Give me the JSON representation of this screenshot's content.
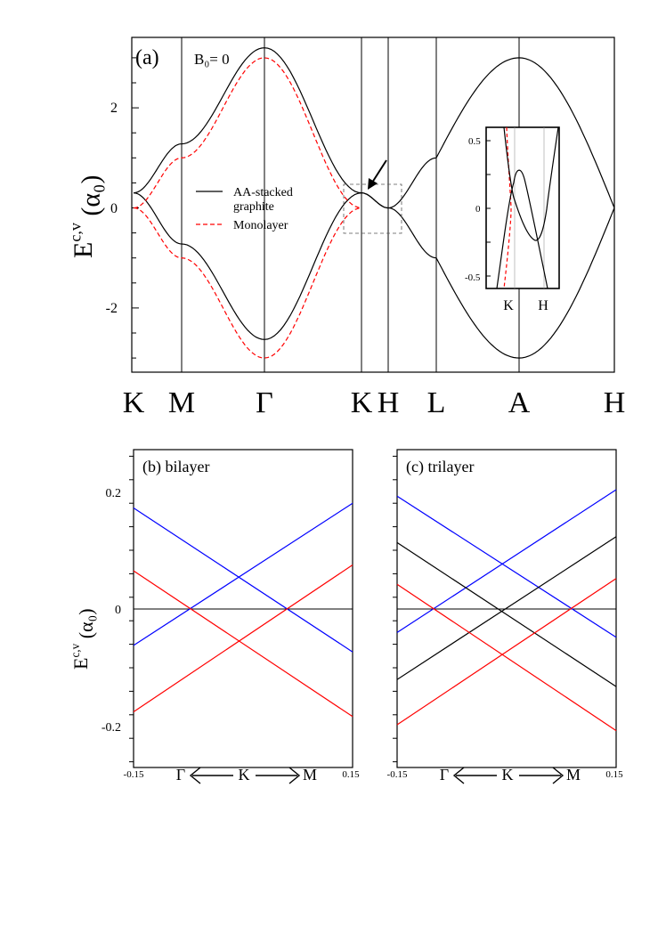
{
  "chart_data": [
    {
      "type": "line",
      "panel_label": "(a)",
      "annotation": "B₀= 0",
      "ylabel": "E^{c,v} (α₀)",
      "yticks": [
        "2",
        "0",
        "-2"
      ],
      "ylim": [
        -3.4,
        3.4
      ],
      "x_points": [
        "K",
        "M",
        "Γ",
        "K",
        "H",
        "L",
        "A",
        "H"
      ],
      "legend": {
        "placement": "center-left",
        "entries": [
          {
            "label_line1": "AA-stacked",
            "label_line2": "graphite",
            "style": "solid",
            "color": "#000000"
          },
          {
            "label_line1": "Monolayer",
            "label_line2": "",
            "style": "dashed",
            "color": "#ff0000"
          }
        ]
      },
      "series": [
        {
          "name": "AA-stacked graphite",
          "color": "#000000",
          "conduction_at_points": [
            0.3,
            1.28,
            3.2,
            0.3,
            0.0,
            1.0,
            3.0,
            0.0
          ],
          "valence_at_points": [
            0.3,
            -0.72,
            -2.63,
            0.3,
            0.0,
            -1.0,
            -3.0,
            0.0
          ]
        },
        {
          "name": "Monolayer",
          "color": "#ff0000",
          "conduction_at_points": [
            0.0,
            1.0,
            3.0,
            0.0
          ],
          "valence_at_points": [
            0.0,
            -1.0,
            -3.0,
            0.0
          ]
        }
      ],
      "inset": {
        "yticks": [
          "0.5",
          "0",
          "-0.5"
        ],
        "ylim": [
          -0.58,
          0.58
        ],
        "x_points": [
          "K",
          "H"
        ]
      }
    },
    {
      "type": "line",
      "panel_label": "(b) bilayer",
      "ylabel": "E^{c,v} (α₀)",
      "yticks": [
        "0.2",
        "0",
        "-0.2"
      ],
      "ylim": [
        -0.27,
        0.27
      ],
      "xlim": [
        -0.15,
        0.15
      ],
      "xticks": [
        "-0.15",
        "0.15"
      ],
      "x_path": {
        "left": "Γ",
        "center": "K",
        "right": "M"
      },
      "series": [
        {
          "color": "#0000ff",
          "x": [
            -0.15,
            0.15
          ],
          "y": [
            0.172,
            -0.073
          ]
        },
        {
          "color": "#0000ff",
          "x": [
            -0.15,
            0.15
          ],
          "y": [
            -0.062,
            0.18
          ]
        },
        {
          "color": "#ff0000",
          "x": [
            -0.15,
            0.15
          ],
          "y": [
            0.065,
            -0.183
          ]
        },
        {
          "color": "#ff0000",
          "x": [
            -0.15,
            0.15
          ],
          "y": [
            -0.175,
            0.075
          ]
        }
      ]
    },
    {
      "type": "line",
      "panel_label": "(c) trilayer",
      "yticks": [
        "0.2",
        "0",
        "-0.2"
      ],
      "ylim": [
        -0.27,
        0.27
      ],
      "xlim": [
        -0.15,
        0.15
      ],
      "xticks": [
        "-0.15",
        "0.15"
      ],
      "x_path": {
        "left": "Γ",
        "center": "K",
        "right": "M"
      },
      "series": [
        {
          "color": "#0000ff",
          "x": [
            -0.15,
            0.15
          ],
          "y": [
            0.192,
            -0.048
          ]
        },
        {
          "color": "#0000ff",
          "x": [
            -0.15,
            0.15
          ],
          "y": [
            -0.04,
            0.203
          ]
        },
        {
          "color": "#000000",
          "x": [
            -0.15,
            0.15
          ],
          "y": [
            0.113,
            -0.132
          ]
        },
        {
          "color": "#000000",
          "x": [
            -0.15,
            0.15
          ],
          "y": [
            -0.12,
            0.123
          ]
        },
        {
          "color": "#ff0000",
          "x": [
            -0.15,
            0.15
          ],
          "y": [
            0.042,
            -0.207
          ]
        },
        {
          "color": "#ff0000",
          "x": [
            -0.15,
            0.15
          ],
          "y": [
            -0.197,
            0.052
          ]
        }
      ]
    }
  ]
}
